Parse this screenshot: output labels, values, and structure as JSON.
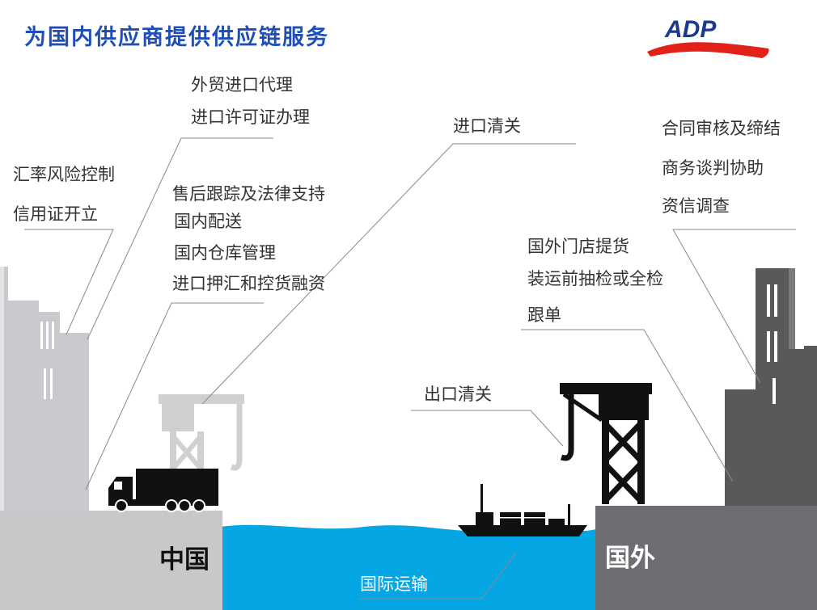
{
  "title": "为国内供应商提供供应链服务",
  "logo": {
    "text": "ADP",
    "text_color": "#1b3a8f",
    "swoosh_color": "#e32119"
  },
  "regions": {
    "domestic": "中国",
    "foreign": "国外"
  },
  "shipping": "国际运输",
  "services": {
    "fx_risk": "汇率风险控制",
    "lc": "信用证开立",
    "foreign_trade_agent": "外贸进口代理",
    "import_license": "进口许可证办理",
    "after_sales": "售后跟踪及法律支持",
    "domestic_delivery": "国内配送",
    "domestic_warehouse": "国内仓库管理",
    "import_financing": "进口押汇和控货融资",
    "import_clearance": "进口清关",
    "export_clearance": "出口清关",
    "contract_review": "合同审核及缔结",
    "negotiation": "商务谈判协助",
    "credit_check": "资信调查",
    "overseas_pickup": "国外门店提货",
    "inspection": "装运前抽检或全检",
    "follow_up": "跟单"
  },
  "colors": {
    "title": "#1f4fb6",
    "water": "#05a6e4",
    "domestic_ground": "#c7c8ca",
    "foreign_ground": "#6d6e71",
    "building_light": "#c8cacd",
    "building_dark": "#58595b",
    "crane_light": "#cfd0d2",
    "silhouette": "#111111",
    "text": "#333333"
  }
}
